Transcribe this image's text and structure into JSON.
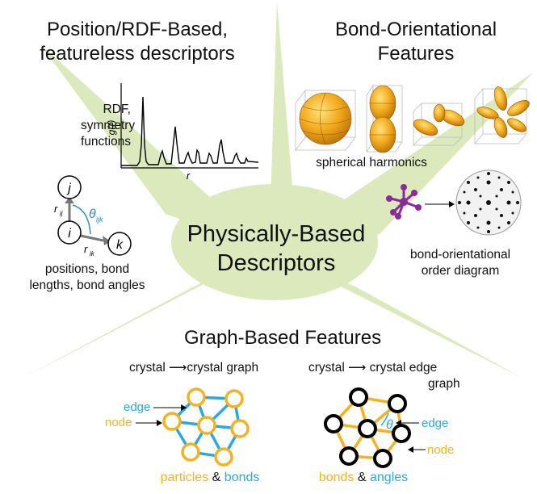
{
  "center": {
    "line1": "Physically-Based",
    "line2": "Descriptors"
  },
  "panel_position": {
    "title_line1": "Position/RDF-Based,",
    "title_line2": "featureless descriptors",
    "rdf_caption_line1": "RDF,",
    "rdf_caption_line2": "symmetry",
    "rdf_caption_line3": "functions",
    "axis_y": "g(r)",
    "axis_x": "r",
    "atom_i": "i",
    "atom_j": "j",
    "atom_k": "k",
    "label_rij": "r",
    "label_rij_sub": "ij",
    "label_rik": "r",
    "label_rik_sub": "ik",
    "label_theta": "θ",
    "label_theta_sub": "ijk",
    "bottom_caption_line1": "positions, bond",
    "bottom_caption_line2": "lengths, bond angles"
  },
  "panel_bond": {
    "title_line1": "Bond-Orientational",
    "title_line2": "Features",
    "harmonics_caption": "spherical harmonics",
    "diagram_caption_line1": "bond-orientational",
    "diagram_caption_line2": "order diagram"
  },
  "panel_graph": {
    "title": "Graph-Based Features",
    "left_from": "crystal",
    "left_to": "crystal graph",
    "right_from": "crystal",
    "right_to_line1": "crystal edge",
    "right_to_line2": "graph",
    "left_edge_label": "edge",
    "left_node_label": "node",
    "right_edge_label": "edge",
    "right_node_label": "node",
    "right_theta": "θ",
    "left_bottom_a": "particles",
    "left_bottom_amp": "&",
    "left_bottom_b": "bonds",
    "right_bottom_a": "bonds",
    "right_bottom_amp": "&",
    "right_bottom_b": "angles"
  },
  "colors": {
    "background_shape": "#d9e8b8",
    "node_orange": "#f5b21e",
    "edge_blue": "#29a9e0",
    "harmonic_gold": "#f0a81a",
    "bond_purple": "#8b2a9a"
  }
}
